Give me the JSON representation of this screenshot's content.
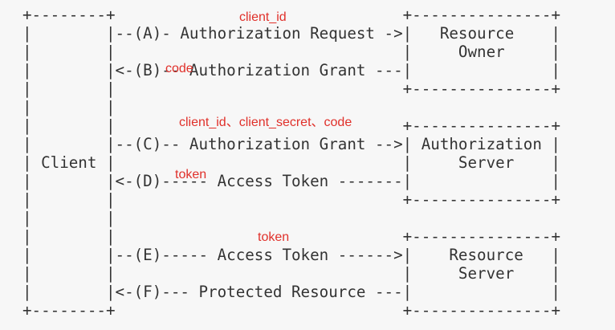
{
  "colors": {
    "text": "#333333",
    "annotation": "#e0302a",
    "background": "#f7f7f7"
  },
  "ascii_lines": [
    "+--------+                               +---------------+",
    "|        |--(A)- Authorization Request ->|   Resource    |",
    "|        |                               |     Owner     |",
    "|        |<-(B)-- Authorization Grant ---|               |",
    "|        |                               +---------------+",
    "|        |",
    "|        |                               +---------------+",
    "|        |--(C)-- Authorization Grant -->| Authorization |",
    "| Client |                               |     Server    |",
    "|        |<-(D)----- Access Token -------|               |",
    "|        |                               +---------------+",
    "|        |",
    "|        |                               +---------------+",
    "|        |--(E)----- Access Token ------>|    Resource   |",
    "|        |                               |     Server    |",
    "|        |<-(F)--- Protected Resource ---|               |",
    "+--------+                               +---------------+"
  ],
  "annotations": [
    {
      "id": "client-id",
      "text": "client_id"
    },
    {
      "id": "code",
      "text": "code"
    },
    {
      "id": "client-credentials-code",
      "text": "client_id、client_secret、code"
    },
    {
      "id": "token-d",
      "text": "token"
    },
    {
      "id": "token-e",
      "text": "token"
    }
  ]
}
